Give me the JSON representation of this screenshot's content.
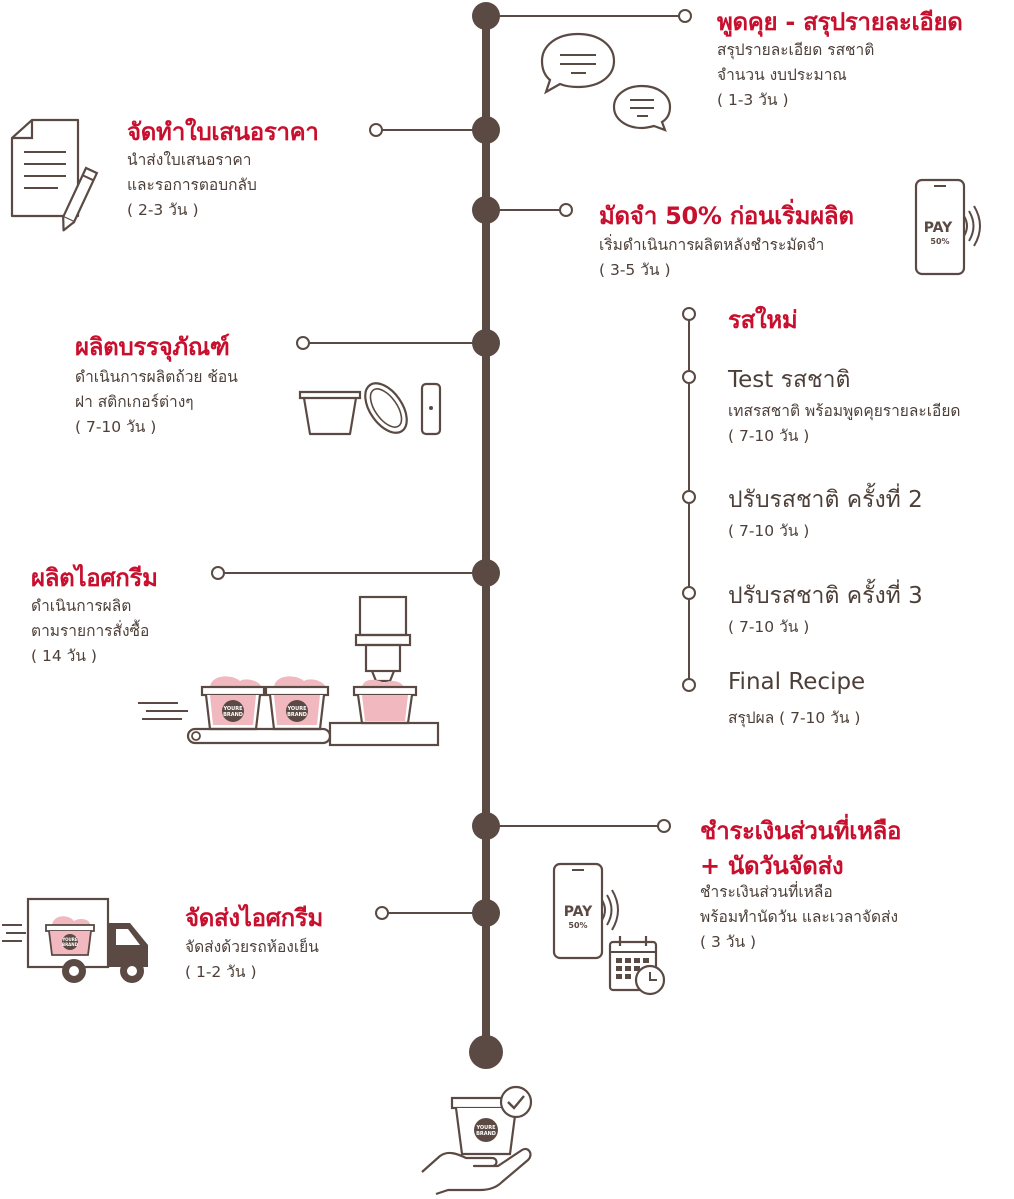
{
  "colors": {
    "accent": "#c8102e",
    "line": "#5a4a43",
    "text": "#4d3f38",
    "pink": "#f2b8bf"
  },
  "steps": [
    {
      "title": "พูดคุย - สรุปรายละเอียด",
      "lines": [
        "สรุปรายละเอียด รสชาติ",
        "จำนวน งบประมาณ",
        "( 1-3 วัน )"
      ],
      "icon": "chat-bubbles-icon"
    },
    {
      "title": "จัดทำใบเสนอราคา",
      "lines": [
        "นำส่งใบเสนอราคา",
        "และรอการตอบกลับ",
        "( 2-3 วัน )"
      ],
      "icon": "document-pencil-icon"
    },
    {
      "title": "มัดจำ 50% ก่อนเริ่มผลิต",
      "lines": [
        "เริ่มดำเนินการผลิตหลังชำระมัดจำ",
        "( 3-5 วัน )"
      ],
      "icon": "phone-payment-icon"
    },
    {
      "title": "ผลิตบรรจุภัณฑ์",
      "lines": [
        "ดำเนินการผลิตถ้วย ช้อน",
        "ฝา สติกเกอร์ต่างๆ",
        "( 7-10 วัน )"
      ],
      "icon": "packaging-icon"
    },
    {
      "title": "ผลิตไอศกรีม",
      "lines": [
        "ดำเนินการผลิต",
        "ตามรายการสั่งซื้อ",
        "( 14 วัน )"
      ],
      "icon": "conveyor-icon"
    },
    {
      "title": "ชำระเงินส่วนที่เหลือ",
      "title2": "+ นัดวันจัดส่ง",
      "lines": [
        "ชำระเงินส่วนที่เหลือ",
        "พร้อมทำนัดวัน และเวลาจัดส่ง",
        "( 3 วัน )"
      ],
      "icon": "payment-calendar-icon"
    },
    {
      "title": "จัดส่งไอศกรีม",
      "lines": [
        "จัดส่งด้วยรถห้องเย็น",
        "( 1-2 วัน )"
      ],
      "icon": "truck-icon"
    }
  ],
  "recipe": {
    "title": "รสใหม่",
    "items": [
      {
        "title": "Test รสชาติ",
        "lines": [
          "เทสรสชาติ พร้อมพูดคุยรายละเอียด",
          "( 7-10 วัน )"
        ]
      },
      {
        "title": "ปรับรสชาติ ครั้งที่ 2",
        "lines": [
          "( 7-10 วัน )"
        ]
      },
      {
        "title": "ปรับรสชาติ ครั้งที่ 3",
        "lines": [
          "( 7-10 วัน )"
        ]
      },
      {
        "title": "Final Recipe",
        "lines": [
          "สรุปผล ( 7-10 วัน )"
        ]
      }
    ]
  },
  "pay_label": "PAY",
  "pay_percent": "50%",
  "brand_line1": "YOURE",
  "brand_line2": "BRAND"
}
